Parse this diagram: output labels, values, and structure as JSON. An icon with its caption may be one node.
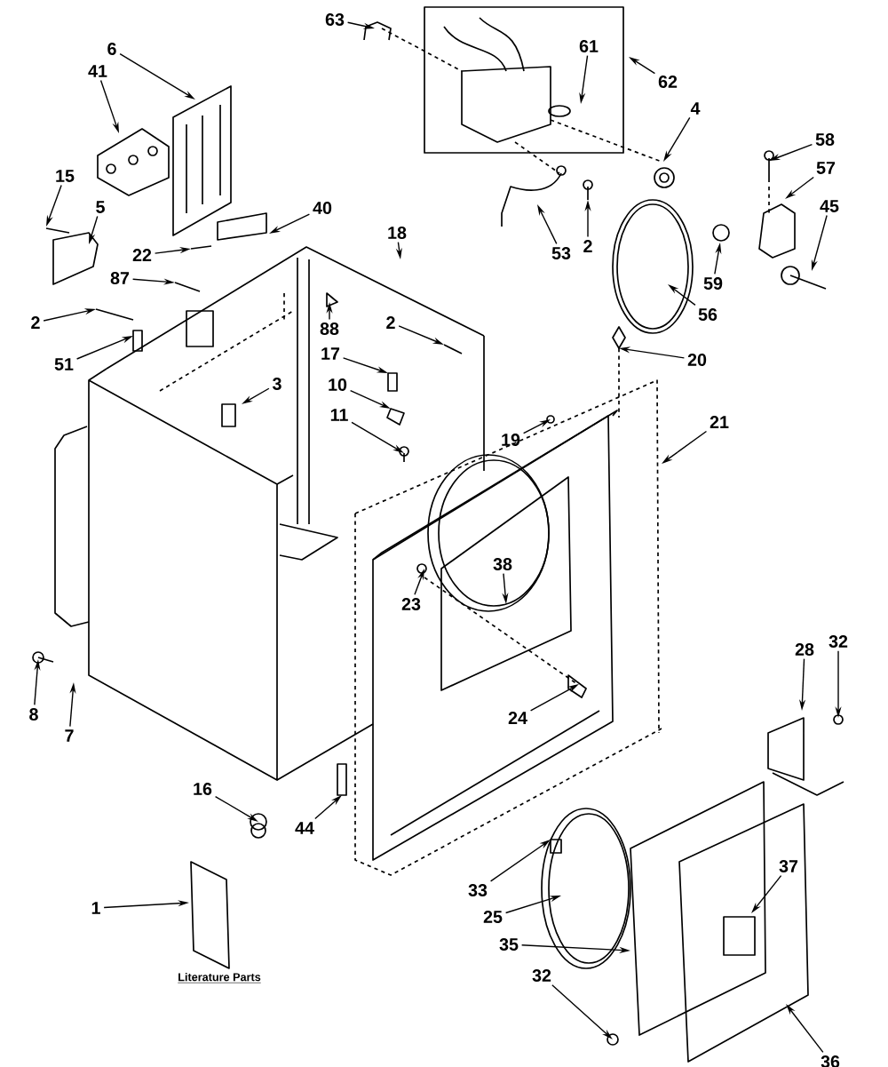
{
  "diagram": {
    "nodes": [
      {
        "text": [
          "63"
        ]
      },
      {
        "text": [
          "61"
        ]
      },
      {
        "text": [
          "6"
        ]
      },
      {
        "text": [
          "41"
        ]
      },
      {
        "text": [
          "62"
        ]
      },
      {
        "text": [
          "4"
        ]
      },
      {
        "text": [
          "58"
        ]
      },
      {
        "text": [
          "57"
        ]
      },
      {
        "text": [
          "15"
        ]
      },
      {
        "text": [
          "45"
        ]
      },
      {
        "text": [
          "5"
        ]
      },
      {
        "text": [
          "40"
        ]
      },
      {
        "text": [
          "18"
        ]
      },
      {
        "text": [
          "53"
        ]
      },
      {
        "text": [
          "2"
        ]
      },
      {
        "text": [
          "22"
        ]
      },
      {
        "text": [
          "87"
        ]
      },
      {
        "text": [
          "59"
        ]
      },
      {
        "text": [
          "56"
        ]
      },
      {
        "text": [
          "2"
        ]
      },
      {
        "text": [
          "2"
        ]
      },
      {
        "text": [
          "88"
        ]
      },
      {
        "text": [
          "20"
        ]
      },
      {
        "text": [
          "17"
        ]
      },
      {
        "text": [
          "51"
        ]
      },
      {
        "text": [
          "3"
        ]
      },
      {
        "text": [
          "10"
        ]
      },
      {
        "text": [
          "11"
        ]
      },
      {
        "text": [
          "21"
        ]
      },
      {
        "text": [
          "19"
        ]
      },
      {
        "text": [
          "38"
        ]
      },
      {
        "text": [
          "23"
        ]
      },
      {
        "text": [
          "32"
        ]
      },
      {
        "text": [
          "28"
        ]
      },
      {
        "text": [
          "24"
        ]
      },
      {
        "text": [
          "8"
        ]
      },
      {
        "text": [
          "7"
        ]
      },
      {
        "text": [
          "16"
        ]
      },
      {
        "text": [
          "44"
        ]
      },
      {
        "text": [
          "33"
        ]
      },
      {
        "text": [
          "1"
        ]
      },
      {
        "text": [
          "25"
        ]
      },
      {
        "text": [
          "37"
        ]
      },
      {
        "text": [
          "35"
        ]
      },
      {
        "text": [
          "32"
        ]
      },
      {
        "text": [
          "36"
        ]
      }
    ],
    "edges": [
      {
        "from": 0,
        "to": null,
        "arrow": "to"
      },
      {
        "from": 1,
        "to": null,
        "arrow": "to"
      },
      {
        "from": 2,
        "to": null,
        "arrow": "to"
      },
      {
        "from": 3,
        "to": null,
        "arrow": "to"
      },
      {
        "from": 4,
        "to": null,
        "arrow": "to"
      },
      {
        "from": 5,
        "to": null,
        "arrow": "to"
      },
      {
        "from": 6,
        "to": null,
        "arrow": "to"
      },
      {
        "from": 7,
        "to": null,
        "arrow": "to"
      },
      {
        "from": 8,
        "to": null,
        "arrow": "to"
      },
      {
        "from": 9,
        "to": null,
        "arrow": "to"
      },
      {
        "from": 10,
        "to": null,
        "arrow": "to"
      },
      {
        "from": 11,
        "to": null,
        "arrow": "to"
      },
      {
        "from": 12,
        "to": null,
        "arrow": "to"
      },
      {
        "from": 13,
        "to": null,
        "arrow": "to"
      },
      {
        "from": 14,
        "to": null,
        "arrow": "to"
      },
      {
        "from": 15,
        "to": null,
        "arrow": "to"
      },
      {
        "from": 16,
        "to": null,
        "arrow": "to"
      },
      {
        "from": 17,
        "to": null,
        "arrow": "to"
      },
      {
        "from": 18,
        "to": null,
        "arrow": "to"
      },
      {
        "from": 19,
        "to": null,
        "arrow": "to"
      },
      {
        "from": 20,
        "to": null,
        "arrow": "to"
      },
      {
        "from": 21,
        "to": null,
        "arrow": "to"
      },
      {
        "from": 22,
        "to": null,
        "arrow": "to"
      },
      {
        "from": 23,
        "to": null,
        "arrow": "to"
      },
      {
        "from": 24,
        "to": null,
        "arrow": "to"
      },
      {
        "from": 25,
        "to": null,
        "arrow": "to"
      },
      {
        "from": 26,
        "to": null,
        "arrow": "to"
      },
      {
        "from": 27,
        "to": null,
        "arrow": "to"
      },
      {
        "from": 28,
        "to": null,
        "arrow": "to"
      },
      {
        "from": 29,
        "to": null,
        "arrow": "to"
      },
      {
        "from": 30,
        "to": null,
        "arrow": "to"
      },
      {
        "from": 31,
        "to": null,
        "arrow": "to"
      },
      {
        "from": 32,
        "to": null,
        "arrow": "to"
      },
      {
        "from": 33,
        "to": null,
        "arrow": "to"
      },
      {
        "from": 34,
        "to": null,
        "arrow": "to"
      },
      {
        "from": 35,
        "to": null,
        "arrow": "to"
      },
      {
        "from": 36,
        "to": null,
        "arrow": "to"
      },
      {
        "from": 37,
        "to": null,
        "arrow": "to"
      },
      {
        "from": 38,
        "to": null,
        "arrow": "to"
      },
      {
        "from": 39,
        "to": null,
        "arrow": "to"
      },
      {
        "from": 40,
        "to": null,
        "arrow": "to"
      },
      {
        "from": 41,
        "to": null,
        "arrow": "to"
      },
      {
        "from": 42,
        "to": null,
        "arrow": "to"
      },
      {
        "from": 43,
        "to": null,
        "arrow": "to"
      },
      {
        "from": 44,
        "to": null,
        "arrow": "to"
      },
      {
        "from": 45,
        "to": null,
        "arrow": "to"
      }
    ],
    "labels": [
      "Literature Parts"
    ]
  }
}
